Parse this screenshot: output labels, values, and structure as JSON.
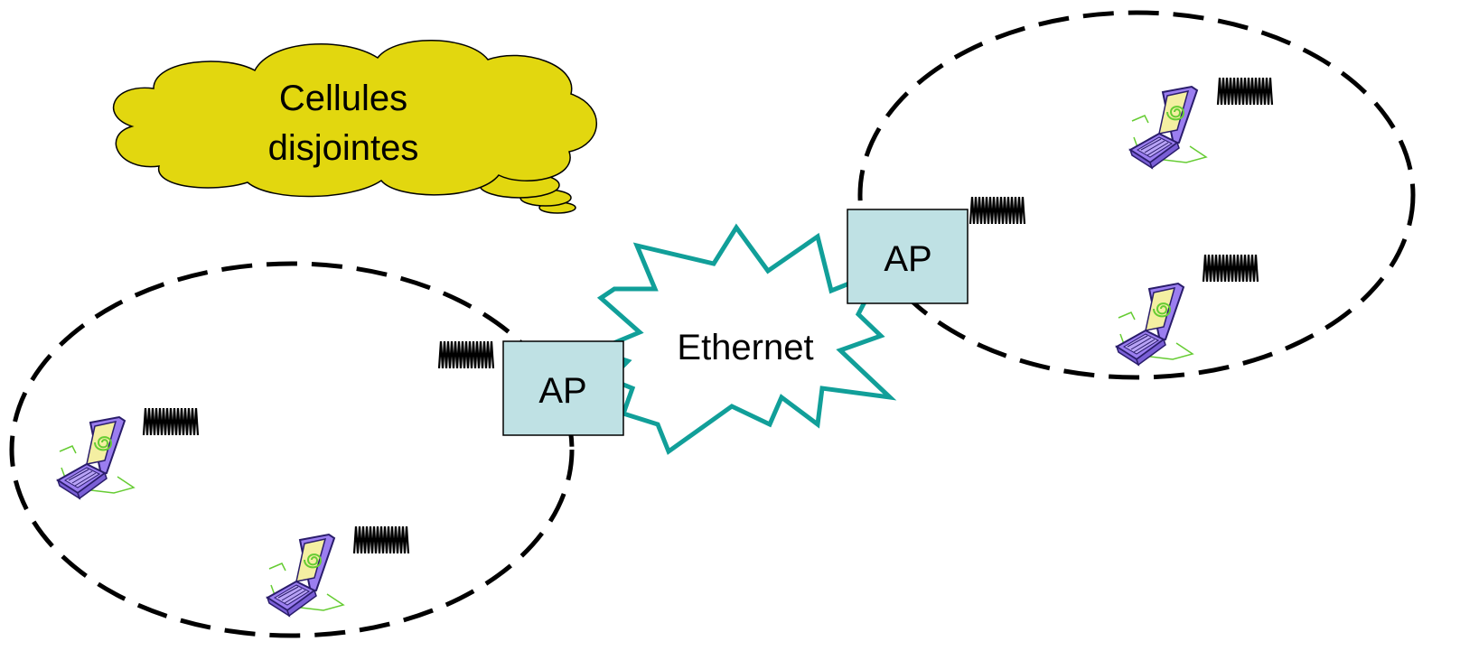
{
  "cloud": {
    "line1": "Cellules",
    "line2": "disjointes",
    "fill": "#e2d70f"
  },
  "network": {
    "label": "Ethernet",
    "stroke": "#119f99"
  },
  "access_points": [
    {
      "label": "AP"
    },
    {
      "label": "AP"
    }
  ],
  "cells": [
    {
      "stations": 2
    },
    {
      "stations": 2
    }
  ],
  "colors": {
    "ap_fill": "#bfe1e4",
    "cell_border": "#000000",
    "laptop_body": "#9b7ef0",
    "laptop_screen": "#f4efa2",
    "laptop_spiral": "#66cc33"
  },
  "icons": {
    "station": "laptop-icon",
    "radio": "radio-wave-icon"
  }
}
